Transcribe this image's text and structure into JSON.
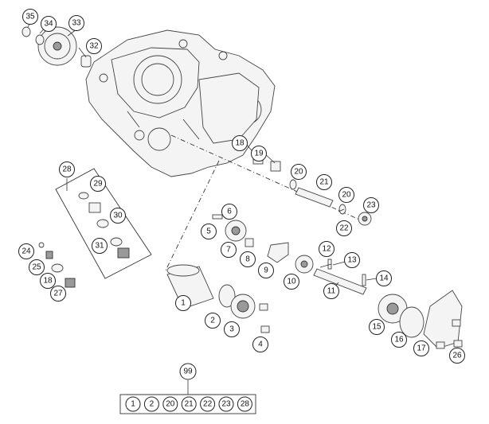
{
  "diagram": {
    "callouts": [
      {
        "label": "35"
      },
      {
        "label": "34"
      },
      {
        "label": "33"
      },
      {
        "label": "32"
      },
      {
        "label": "28"
      },
      {
        "label": "29"
      },
      {
        "label": "30"
      },
      {
        "label": "31"
      },
      {
        "label": "24"
      },
      {
        "label": "25"
      },
      {
        "label": "18"
      },
      {
        "label": "27"
      },
      {
        "label": "18"
      },
      {
        "label": "19"
      },
      {
        "label": "20"
      },
      {
        "label": "21"
      },
      {
        "label": "20"
      },
      {
        "label": "23"
      },
      {
        "label": "22"
      },
      {
        "label": "6"
      },
      {
        "label": "5"
      },
      {
        "label": "7"
      },
      {
        "label": "8"
      },
      {
        "label": "9"
      },
      {
        "label": "10"
      },
      {
        "label": "12"
      },
      {
        "label": "13"
      },
      {
        "label": "11"
      },
      {
        "label": "14"
      },
      {
        "label": "1"
      },
      {
        "label": "2"
      },
      {
        "label": "3"
      },
      {
        "label": "4"
      },
      {
        "label": "15"
      },
      {
        "label": "16"
      },
      {
        "label": "17"
      },
      {
        "label": "26"
      }
    ],
    "kit": {
      "label": "99",
      "contents": [
        "1",
        "2",
        "20",
        "21",
        "22",
        "23",
        "28"
      ]
    }
  }
}
